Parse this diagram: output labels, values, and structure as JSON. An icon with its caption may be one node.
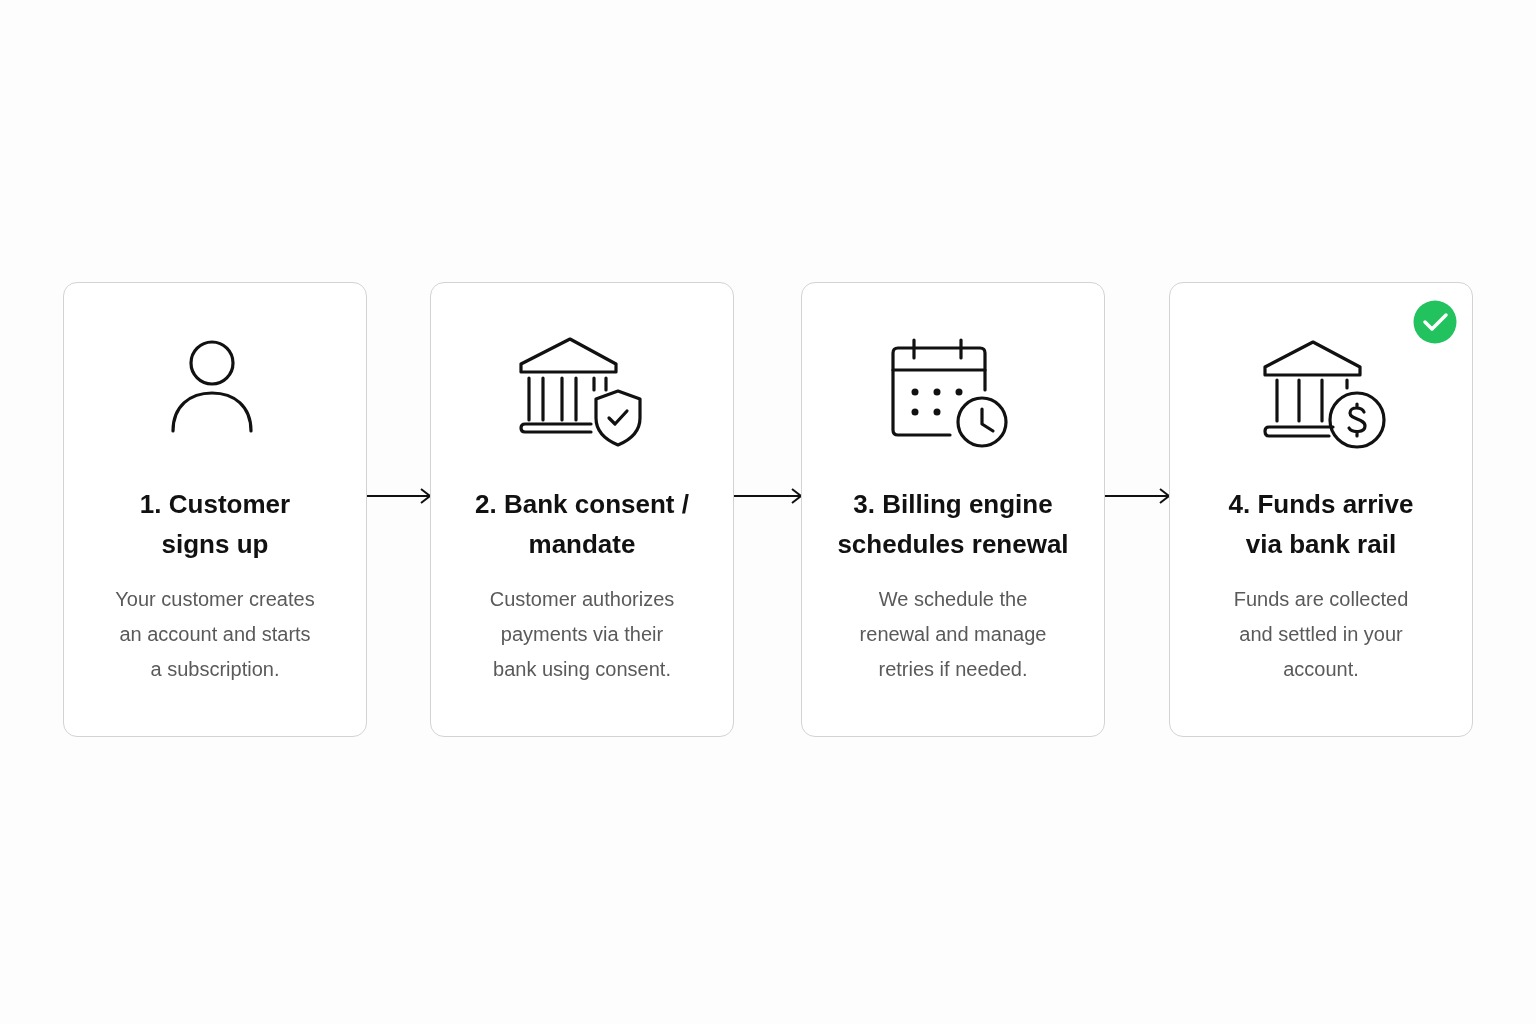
{
  "diagram": {
    "nodes": [
      {
        "text": [
          "1. Customer signs up",
          "Your customer creates an account and starts a subscription."
        ]
      },
      {
        "text": [
          "2. Bank consent / mandate",
          "Customer authorizes payments via their bank using consent."
        ]
      },
      {
        "text": [
          "3. Billing engine schedules renewal",
          "We schedule the renewal and manage retries if needed."
        ]
      },
      {
        "text": [
          "4. Funds arrive via bank rail",
          "Funds are collected and settled in your account."
        ]
      }
    ],
    "edges": [
      {
        "from": 0,
        "to": 1,
        "arrow": "to"
      },
      {
        "from": 1,
        "to": 2,
        "arrow": "to"
      },
      {
        "from": 2,
        "to": 3,
        "arrow": "to"
      }
    ]
  }
}
